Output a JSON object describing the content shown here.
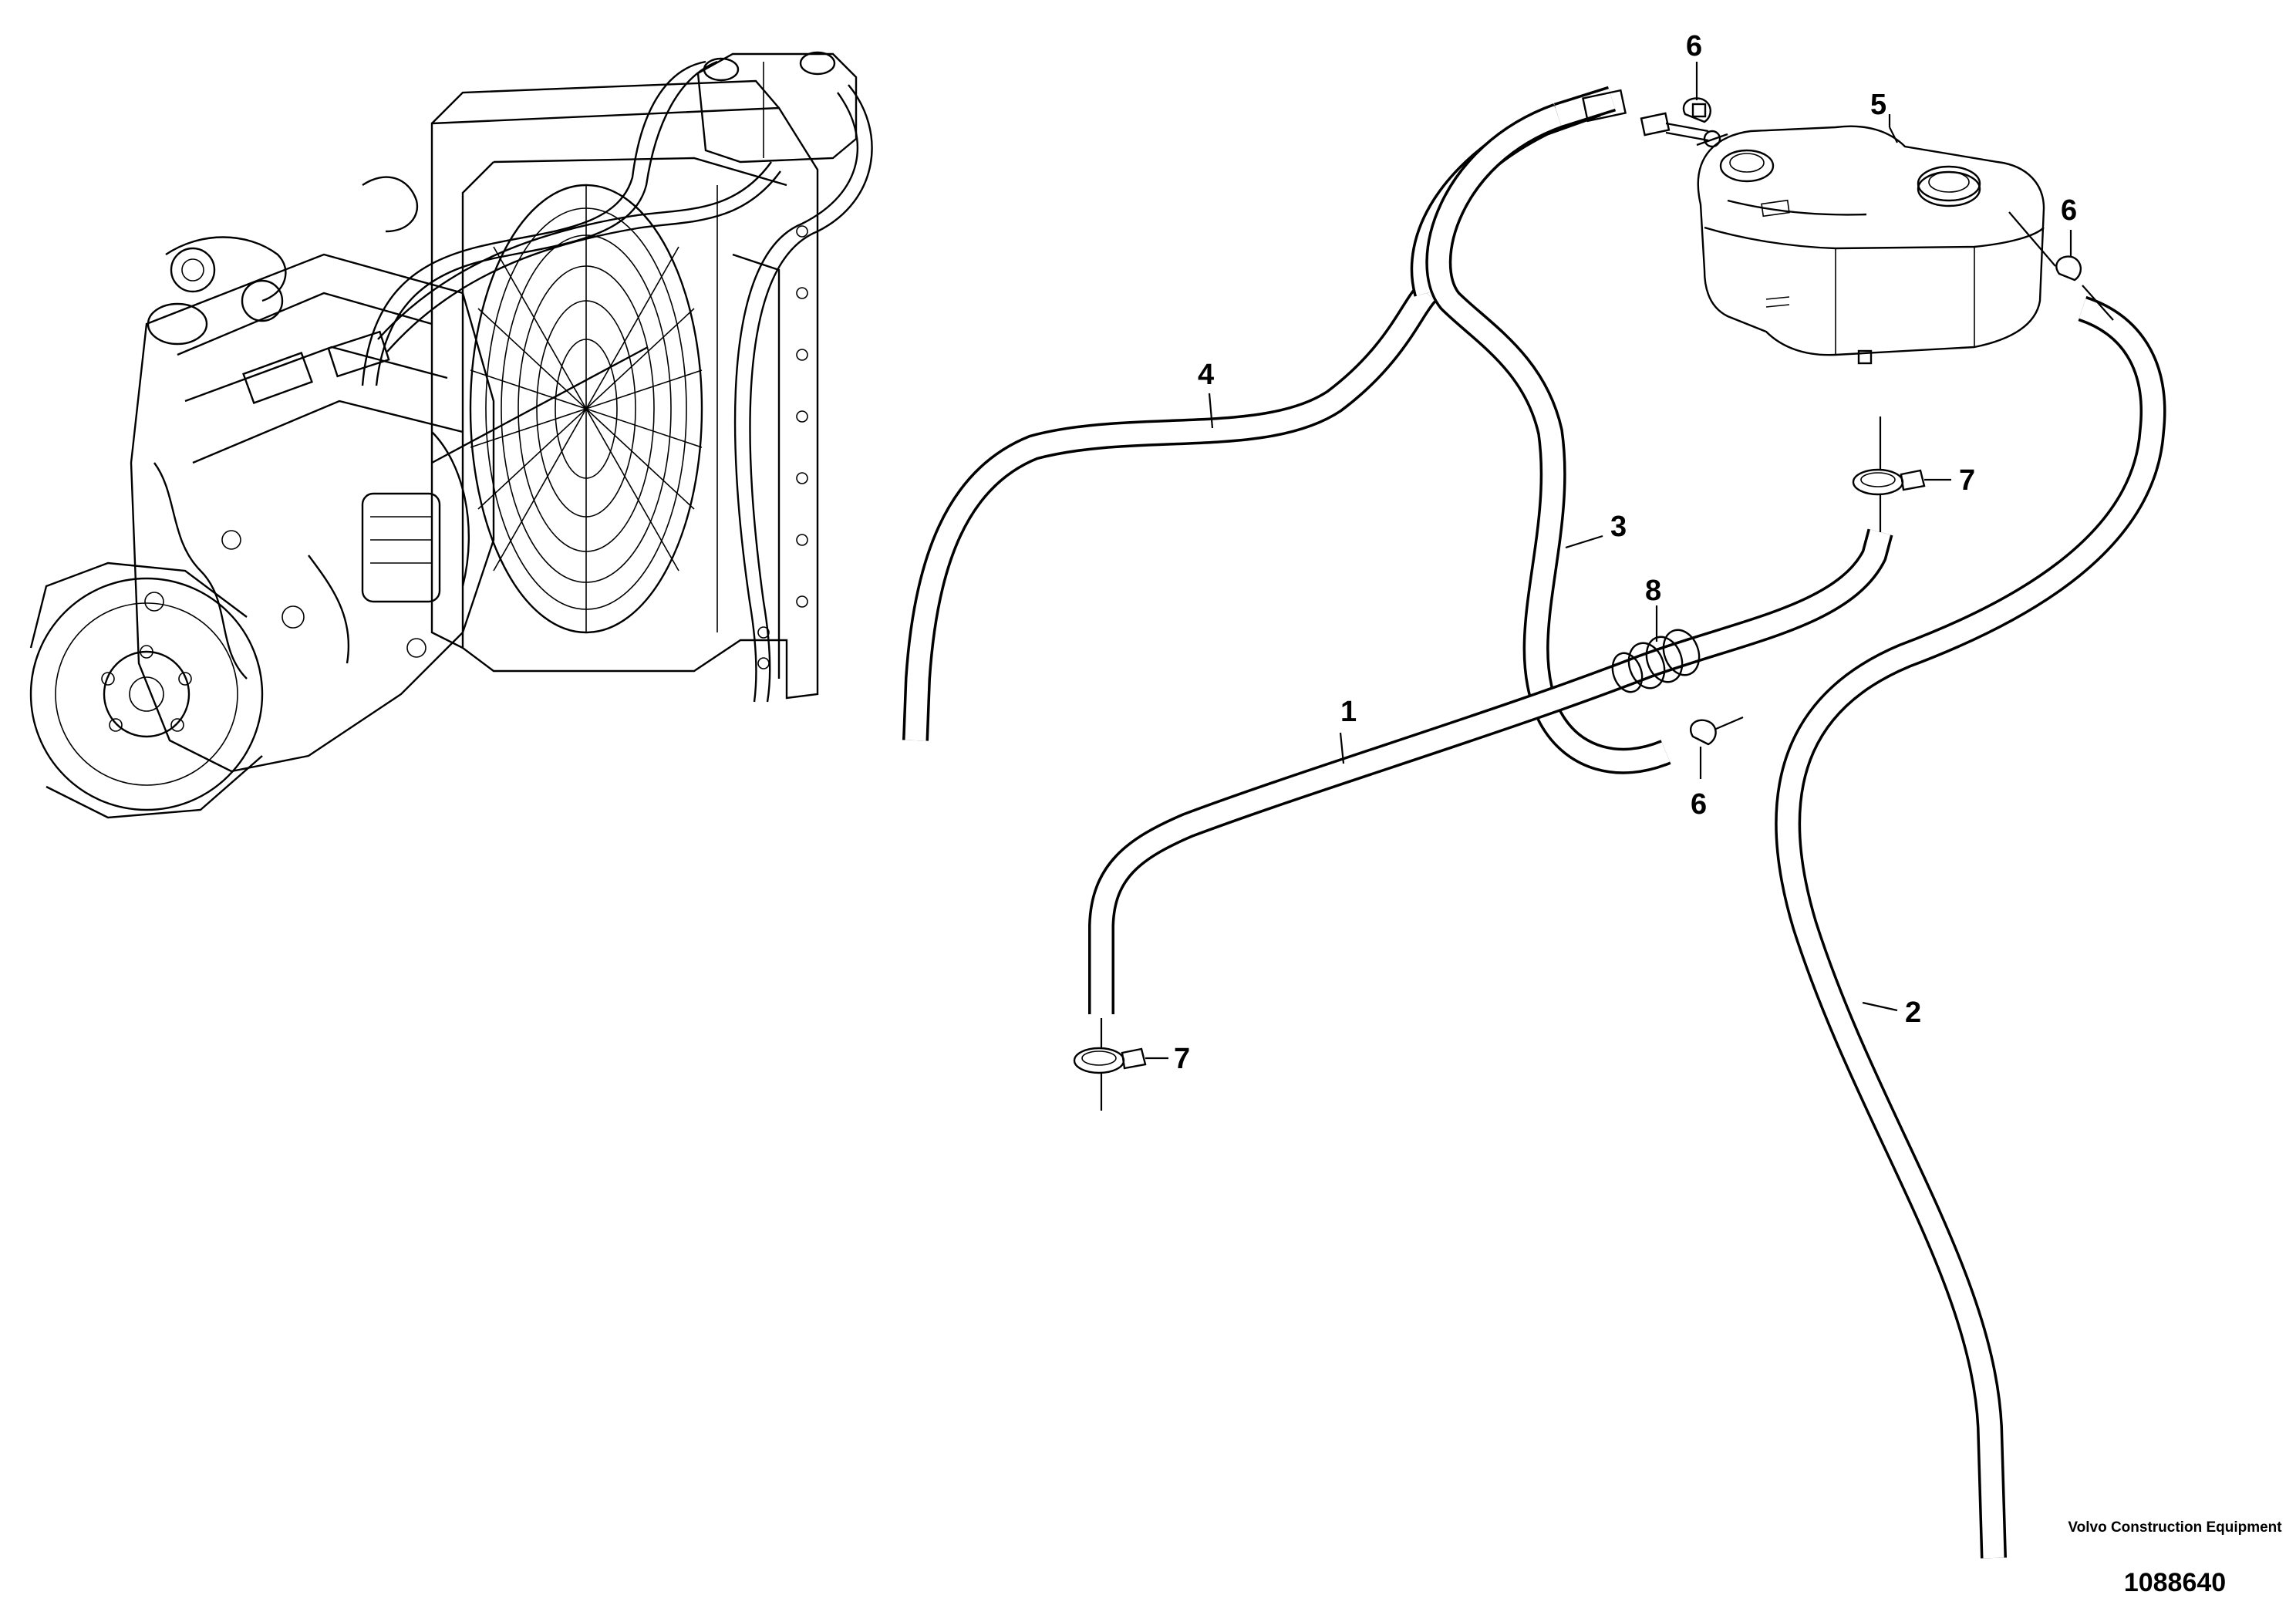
{
  "callouts": {
    "hose_1": "1",
    "hose_2": "2",
    "hose_3": "3",
    "hose_4": "4",
    "tank_5": "5",
    "clamp_6_top": "6",
    "clamp_6_right": "6",
    "clamp_6_lower": "6",
    "clamp_7_right": "7",
    "clamp_7_left": "7",
    "coupling_8": "8"
  },
  "footer": {
    "company": "Volvo Construction Equipment",
    "illustration_number": "1088640"
  }
}
